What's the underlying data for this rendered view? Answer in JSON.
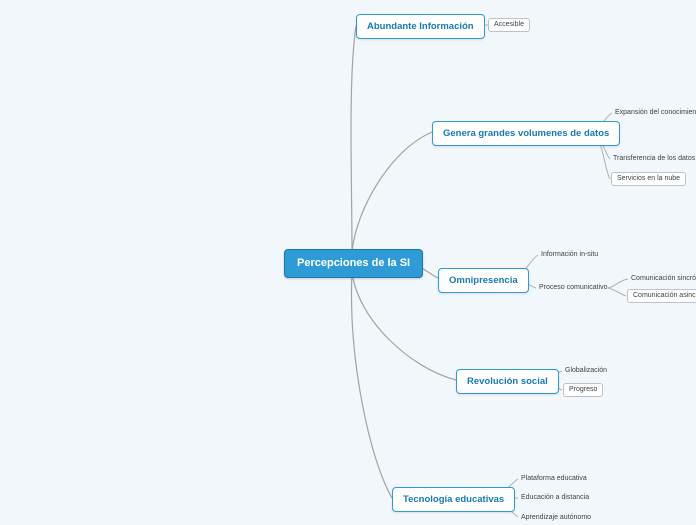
{
  "diagram": {
    "type": "mindmap",
    "background_color": "#f2f7fb",
    "accent_color": "#2e9bd6",
    "root": {
      "label": "Percepciones de la SI"
    },
    "branches": [
      {
        "label": "Abundante Información",
        "children": [
          {
            "label": "Accesible"
          }
        ]
      },
      {
        "label": "Genera grandes volumenes de datos",
        "children": [
          {
            "label": "Expansión del conocimiento"
          },
          {
            "label": "Transferencia de los datos"
          },
          {
            "label": "Servicios en la nube"
          }
        ]
      },
      {
        "label": "Omnipresencia",
        "children": [
          {
            "label": "Información in-situ"
          },
          {
            "label": "Proceso comunicativo"
          },
          {
            "label": "Comunicación sincrónica"
          },
          {
            "label": "Comunicación asincrónica"
          }
        ]
      },
      {
        "label": "Revolución social",
        "children": [
          {
            "label": "Globalización"
          },
          {
            "label": "Progreso"
          }
        ]
      },
      {
        "label": "Tecnología educativas",
        "children": [
          {
            "label": "Plataforma educativa"
          },
          {
            "label": "Educación a distancia"
          },
          {
            "label": "Aprendizaje autónomo"
          }
        ]
      }
    ]
  }
}
